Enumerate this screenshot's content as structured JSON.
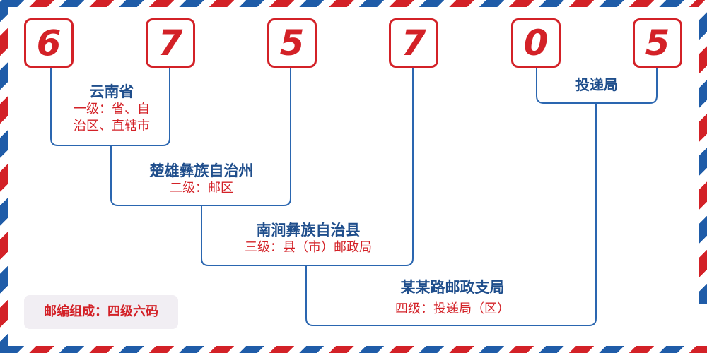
{
  "digits": [
    "6",
    "7",
    "5",
    "7",
    "0",
    "5"
  ],
  "levels": [
    {
      "region": "云南省",
      "level_line1": "一级：省、自",
      "level_line2": "治区、直辖市"
    },
    {
      "region": "楚雄彝族自治州",
      "level": "二级：邮区"
    },
    {
      "region": "南涧彝族自治县",
      "level": "三级：县（市）邮政局"
    },
    {
      "region": "某某路邮政支局",
      "level": "四级：投递局（区）"
    },
    {
      "region": "投递局"
    }
  ],
  "legend": "邮编组成：四级六码",
  "colors": {
    "red": "#d32127",
    "blue": "#1f4e8c",
    "line": "#2a66b0"
  }
}
